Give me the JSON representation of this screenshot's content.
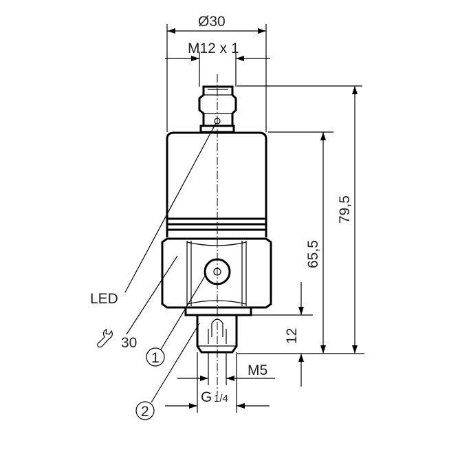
{
  "drawing": {
    "dimensions": {
      "diameter": "Ø30",
      "thread_top": "M12 x 1",
      "overall_length": "79,5",
      "body_length": "65,5",
      "thread_length": "12",
      "bore": "M5",
      "thread_bottom_main": "G",
      "thread_bottom_fraction": "1/4"
    },
    "labels": {
      "led": "LED",
      "wrench_size": "30",
      "callout_1": "1",
      "callout_2": "2"
    }
  }
}
